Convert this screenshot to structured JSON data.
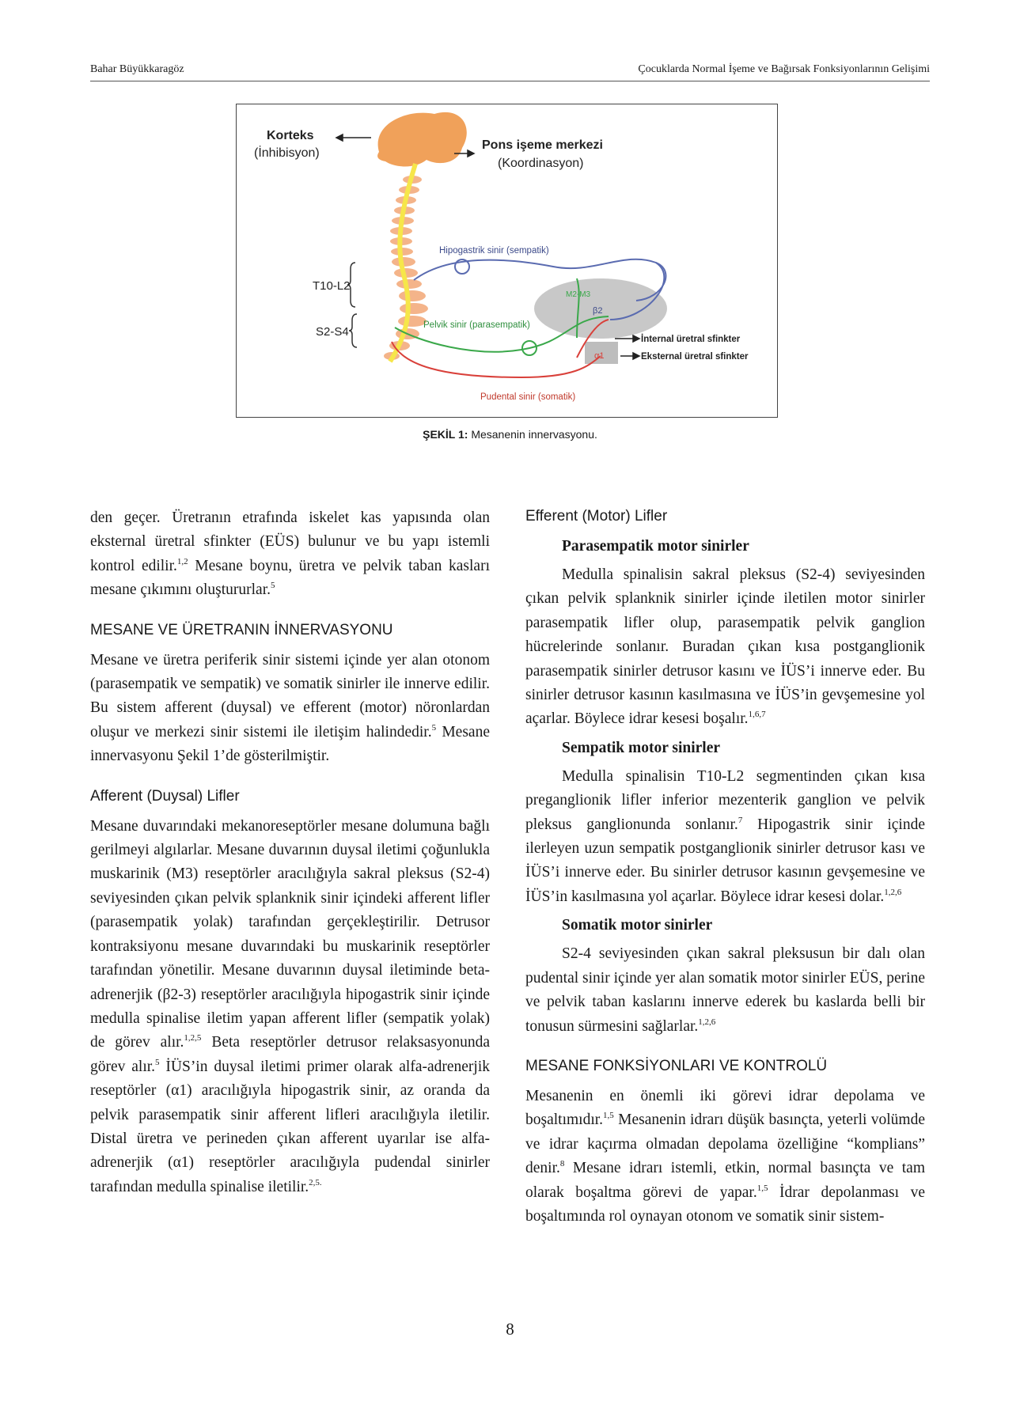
{
  "header": {
    "author": "Bahar Büyükkaragöz",
    "title": "Çocuklarda Normal İşeme ve Bağırsak Fonksiyonlarının Gelişimi"
  },
  "figure": {
    "labels": {
      "korteks": "Korteks",
      "inhibisyon": "(İnhibisyon)",
      "pons": "Pons işeme merkezi",
      "koordinasyon": "(Koordinasyon)",
      "hipogastrik": "Hipogastrik sinir (sempatik)",
      "t10": "T10-L2",
      "s2": "S2-S4",
      "m2m3": "M2-M3",
      "b2": "β2",
      "pelvik": "Pelvik sinir (parasempatik)",
      "internal": "İnternal üretral sfinkter",
      "eksternal": "Eksternal üretral sfinkter",
      "a1": "α1",
      "pudental": "Pudental sinir (somatik)"
    },
    "colors": {
      "brain": "#f0a15a",
      "spine_bone": "#f4b48a",
      "spinal_cord": "#f6e64a",
      "hipogastrik": "#5a6bb0",
      "pelvik": "#3aa84a",
      "pudental": "#d9403a",
      "bladder": "#c8c8c8"
    }
  },
  "caption": {
    "label": "ŞEKİL 1:",
    "text": " Mesanenin innervasyonu."
  },
  "left": {
    "p1a": "den geçer. Üretranın etrafında iskelet kas yapısında olan eksternal üretral sfinkter (EÜS) bulunur ve bu yapı istemli kontrol edilir.",
    "p1s1": "1,2",
    "p1b": " Mesane boynu, üretra ve pelvik taban kasları mesane çıkımını oluştururlar.",
    "p1s2": "5",
    "h1": "MESANE VE ÜRETRANIN İNNERVASYONU",
    "p2a": "Mesane ve üretra periferik sinir sistemi içinde yer alan otonom (parasempatik ve sempatik) ve somatik sinirler ile innerve edilir. Bu sistem afferent (duysal) ve efferent (motor) nöronlardan oluşur ve merkezi sinir sistemi ile iletişim halindedir.",
    "p2s1": "5",
    "p2b": " Mesane innervasyonu Şekil 1’de gösterilmiştir.",
    "h2": "Afferent (Duysal) Lifler",
    "p3a": "Mesane duvarındaki mekanoreseptörler mesane dolumuna bağlı gerilmeyi algılarlar. Mesane duvarının duysal iletimi çoğunlukla muskarinik (M3) reseptörler aracılığıyla sakral pleksus (S2-4) seviyesinden çıkan pelvik splanknik sinir içindeki afferent lifler (parasempatik yolak) tarafından gerçekleştirilir. Detrusor kontraksiyonu mesane duvarındaki bu muskarinik reseptörler tarafından yönetilir. Mesane duvarının duysal iletiminde beta-adrenerjik (β2-3) reseptörler aracılığıyla hipogastrik sinir içinde medulla spinalise iletim yapan afferent lifler (sempatik yolak) de görev alır.",
    "p3s1": "1,2,5",
    "p3b": " Beta reseptörler detrusor relaksasyonunda görev alır.",
    "p3s2": "5",
    "p3c": " İÜS’in duysal iletimi primer olarak alfa-adrenerjik reseptörler (α1) aracılığıyla hipogastrik sinir, az oranda da pelvik parasempatik sinir afferent lifleri aracılığıyla iletilir. Distal üretra ve perineden çıkan afferent uyarılar ise alfa-adrenerjik (α1) reseptörler aracılığıyla pudendal sinirler tarafından medulla spinalise iletilir.",
    "p3s3": "2,5."
  },
  "right": {
    "h1": "Efferent (Motor) Lifler",
    "b1": "Parasempatik motor sinirler",
    "p1a": "Medulla spinalisin sakral pleksus (S2-4) seviyesinden çıkan pelvik splanknik sinirler içinde iletilen motor sinirler parasempatik lifler olup, parasempatik pelvik ganglion hücrelerinde sonlanır. Buradan çıkan kısa postganglionik parasempatik sinirler detrusor kasını ve İÜS’i innerve eder. Bu sinirler detrusor kasının kasılmasına ve İÜS’in gevşemesine yol açarlar. Böylece idrar kesesi boşalır.",
    "p1s1": "1,6,7",
    "b2": "Sempatik motor sinirler",
    "p2a": "Medulla spinalisin T10-L2 segmentinden çıkan kısa preganglionik lifler inferior mezenterik ganglion ve pelvik pleksus ganglionunda sonlanır.",
    "p2s1": "7",
    "p2b": " Hipogastrik sinir içinde ilerleyen uzun sempatik postganglionik sinirler detrusor kası ve İÜS’i innerve eder. Bu sinirler detrusor kasının gevşemesine ve İÜS’in kasılmasına yol açarlar. Böylece idrar kesesi dolar.",
    "p2s2": "1,2,6",
    "b3": "Somatik motor sinirler",
    "p3a": "S2-4 seviyesinden çıkan sakral pleksusun bir dalı olan pudental sinir içinde yer alan somatik motor sinirler EÜS, perine ve pelvik taban kaslarını innerve ederek bu kaslarda belli bir tonusun sürmesini sağlarlar.",
    "p3s1": "1,2,6",
    "h2": "MESANE FONKSİYONLARI VE KONTROLÜ",
    "p4a": "Mesanenin en önemli iki görevi idrar depolama ve boşaltımıdır.",
    "p4s1": "1,5",
    "p4b": " Mesanenin idrarı düşük basınçta, yeterli volümde ve idrar kaçırma olmadan depolama özelliğine “komplians” denir.",
    "p4s2": "8",
    "p4c": " Mesane idrarı istemli, etkin, normal basınçta ve tam olarak boşaltma görevi de yapar.",
    "p4s3": "1,5",
    "p4d": " İdrar depolanması ve boşaltımında rol oynayan otonom ve somatik sinir sistem-"
  },
  "page_number": "8"
}
